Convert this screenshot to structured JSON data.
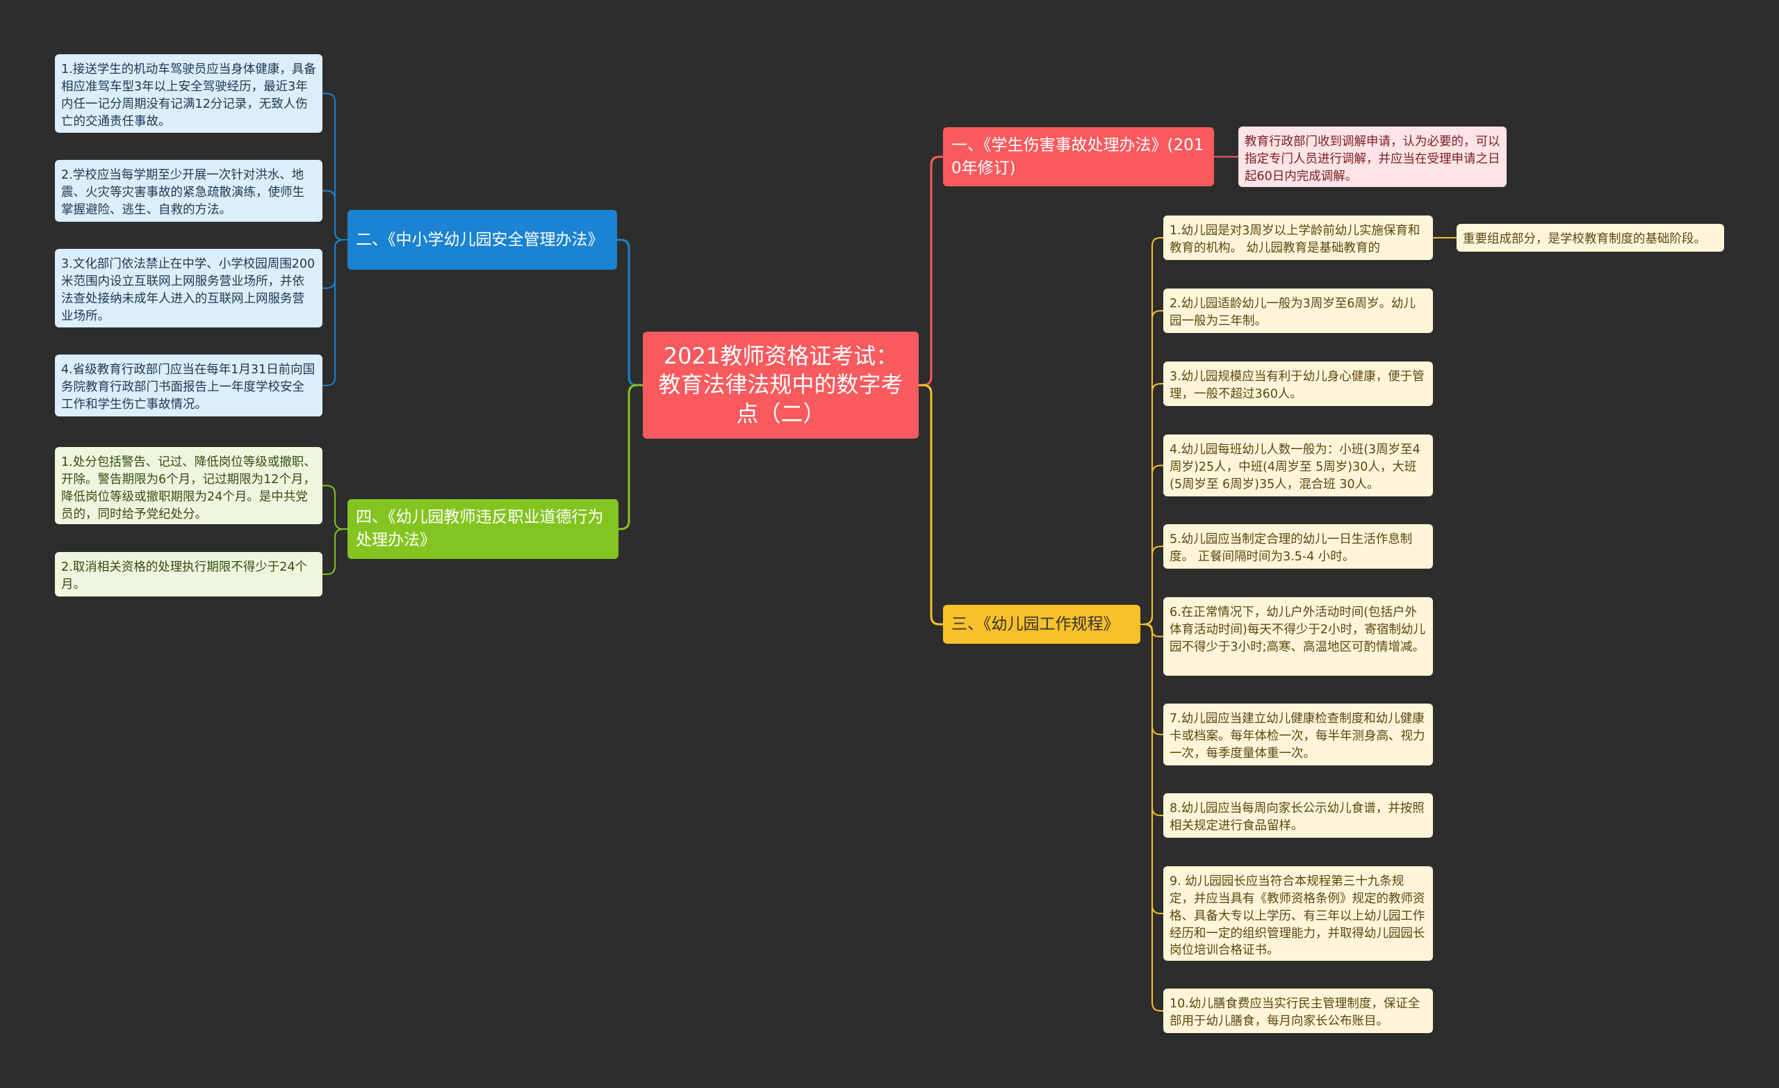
{
  "colors": {
    "background": "#2d2d2d",
    "red": "#f85a5e",
    "blue": "#1a83d2",
    "yellow": "#fac02a",
    "green": "#84c421"
  },
  "root": {
    "title": "2021教师资格证考试：教育法律法规中的数字考点（二）"
  },
  "branch_red": {
    "title": "一、《学生伤害事故处理办法》(2010年修订)",
    "items": [
      "教育行政部门收到调解申请，认为必要的，可以指定专门人员进行调解，并应当在受理申请之日起60日内完成调解。"
    ]
  },
  "branch_blue": {
    "title": "二、《中小学幼儿园安全管理办法》",
    "items": [
      "1.接送学生的机动车驾驶员应当身体健康，具备相应准驾车型3年以上安全驾驶经历，最近3年内任一记分周期没有记满12分记录，无致人伤亡的交通责任事故。",
      "2.学校应当每学期至少开展一次针对洪水、地震、火灾等灾害事故的紧急疏散演练，使师生掌握避险、逃生、自救的方法。",
      "3.文化部门依法禁止在中学、小学校园周围200米范围内设立互联网上网服务营业场所，并依法查处接纳未成年人进入的互联网上网服务营业场所。",
      "4.省级教育行政部门应当在每年1月31日前向国务院教育行政部门书面报告上一年度学校安全工作和学生伤亡事故情况。"
    ]
  },
  "branch_yellow": {
    "title": "三、《幼儿园工作规程》",
    "items": [
      "1.幼儿园是对3周岁以上学龄前幼儿实施保育和教育的机构。 幼儿园教育是基础教育的",
      "2.幼儿园适龄幼儿一般为3周岁至6周岁。幼儿园一般为三年制。",
      "3.幼儿园规模应当有利于幼儿身心健康，便于管理，一般不超过360人。",
      "4.幼儿园每班幼儿人数一般为：小班(3周岁至4周岁)25人，中班(4周岁至 5周岁)30人，大班(5周岁至 6周岁)35人，混合班 30人。",
      "5.幼儿园应当制定合理的幼儿一日生活作息制度。 正餐间隔时间为3.5-4 小时。",
      "6.在正常情况下，幼儿户外活动时间(包括户外体育活动时间)每天不得少于2小时，寄宿制幼儿园不得少于3小时;高寒、高温地区可酌情增减。",
      "7.幼儿园应当建立幼儿健康检查制度和幼儿健康卡或档案。每年体检一次，每半年测身高、视力一次，每季度量体重一次。",
      "8.幼儿园应当每周向家长公示幼儿食谱，并按照相关规定进行食品留样。",
      "9. 幼儿园园长应当符合本规程第三十九条规定，并应当具有《教师资格条例》规定的教师资格、具备大专以上学历、有三年以上幼儿园工作经历和一定的组织管理能力，并取得幼儿园园长岗位培训合格证书。",
      "10.幼儿膳食费应当实行民主管理制度，保证全部用于幼儿膳食，每月向家长公布账目。"
    ],
    "sub_item": "重要组成部分，是学校教育制度的基础阶段。"
  },
  "branch_green": {
    "title": "四、《幼儿园教师违反职业道德行为处理办法》",
    "items": [
      "1.处分包括警告、记过、降低岗位等级或撤职、开除。警告期限为6个月，记过期限为12个月，降低岗位等级或撤职期限为24个月。是中共党员的，同时给予党纪处分。",
      "2.取消相关资格的处理执行期限不得少于24个月。"
    ]
  }
}
